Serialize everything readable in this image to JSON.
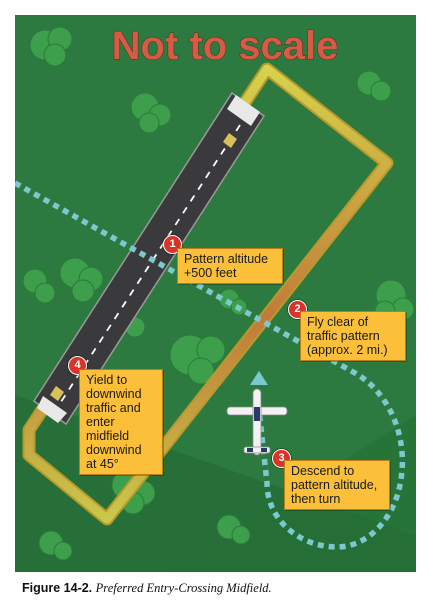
{
  "diagram": {
    "title": "Not to scale",
    "steps": [
      {
        "number": "1",
        "text": "Pattern altitude\n+500 feet"
      },
      {
        "number": "2",
        "text": "Fly clear of\ntraffic pattern\n(approx. 2 mi.)"
      },
      {
        "number": "3",
        "text": "Descend to\npattern altitude,\nthen turn"
      },
      {
        "number": "4",
        "text": "Yield to\ndownwind\ntraffic and\nenter\nmidfield\ndownwind\nat 45°"
      }
    ]
  },
  "caption": {
    "figure_number": "Figure 14-2.",
    "text": "Preferred Entry-Crossing Midfield."
  },
  "colors": {
    "grass": "#2c7a3f",
    "grass_dark": "#1d5e30",
    "tree": "#3a9a48",
    "runway": "#3a3a3c",
    "pattern_outer": "#c9d24a",
    "pattern_inner": "#8a9a2c",
    "entry_path": "#7cc8cf",
    "callout_fill": "#fbbf3a",
    "badge": "#d8342a",
    "title": "#d65b45"
  }
}
